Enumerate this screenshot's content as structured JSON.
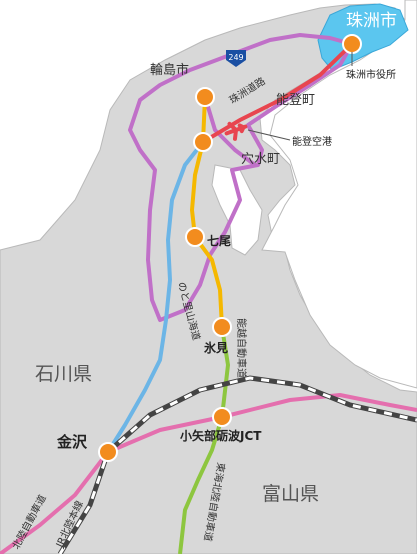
{
  "map": {
    "labels": {
      "suzu_city": "珠洲市",
      "suzu_office": "珠洲市役所",
      "wajima_city": "輪島市",
      "noto_town": "能登町",
      "anamizu_town": "穴水町",
      "noto_airport": "能登空港",
      "ishikawa_pref": "石川県",
      "toyama_pref": "富山県",
      "nanao": "七尾",
      "himi": "氷見",
      "kanazawa": "金沢",
      "oyabe_jct": "小矢部砺波JCT",
      "route_shield": "249"
    },
    "road_labels": {
      "suzu_road": "珠洲道路",
      "notosatoyama": "のと里山海道",
      "noetsu": "能越自動車道",
      "tokai_hokuriku": "東海北陸自動車道",
      "hokuriku_exp": "北陸自動車道",
      "jr_hokuriku": "JR北陸本線"
    },
    "colors": {
      "land": "#d8d8d8",
      "land_edge": "#b9b9b9",
      "sea": "#ffffff",
      "suzu_highlight": "#5bc6ef",
      "route_249": "#c070c8",
      "satoyama_kaido": "#6cb5e6",
      "suzu_road": "#e8454f",
      "noetsu_north": "#f5b800",
      "noetsu_south": "#8dc63f",
      "hokuriku_expressway": "#e46fae",
      "jr_line": "#444444",
      "station_marker": "#f28c1e"
    }
  }
}
